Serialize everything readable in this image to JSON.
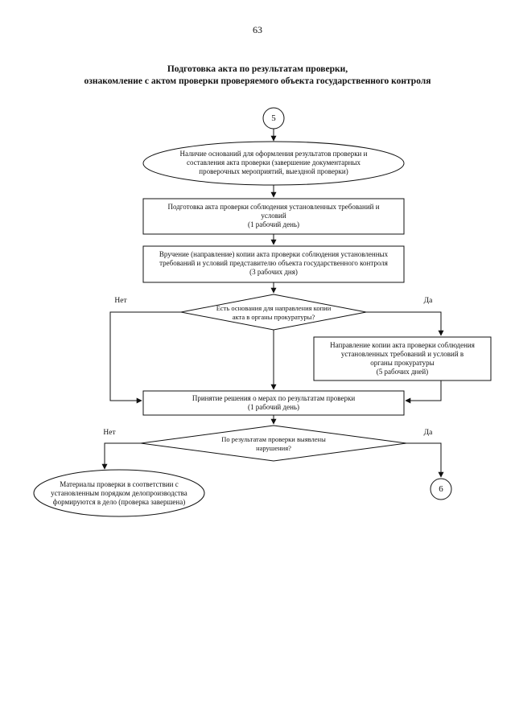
{
  "page": {
    "number": "63",
    "title_line1": "Подготовка акта по результатам проверки,",
    "title_line2": "ознакомление с актом проверки проверяемого объекта государственного контроля"
  },
  "flowchart": {
    "entry_connector": "5",
    "exit_connector": "6",
    "nodes": {
      "start": "Наличие оснований для оформления результатов проверки и\nсоставления акта проверки (завершение документарных\nпроверочных мероприятий, выездной проверки)",
      "prepare_act": "Подготовка акта проверки соблюдения установленных требований и\nусловий\n(1 рабочий день)",
      "deliver_copy": "Вручение (направление) копии акта проверки соблюдения установленных\nтребований и условий представителю объекта государственного контроля\n(3 рабочих дня)",
      "decision_prosecutor": "Есть основания для направления копии\nакта в органы прокуратуры?",
      "send_prosecutor": "Направление копии акта проверки соблюдения\nустановленных требований и условий в\nорганы прокуратуры\n(5 рабочих дней)",
      "take_measures": "Принятие решения о мерах по результатам проверки\n(1 рабочий день)",
      "decision_violations": "По результатам проверки выявлены\nнарушения?",
      "archive": "Материалы проверки в соответствии с\nустановленным порядком делопроизводства\nформируются в дело (проверка завершена)"
    },
    "labels": {
      "no": "Нет",
      "yes": "Да"
    }
  },
  "colors": {
    "line": "#111111",
    "background": "#ffffff"
  }
}
